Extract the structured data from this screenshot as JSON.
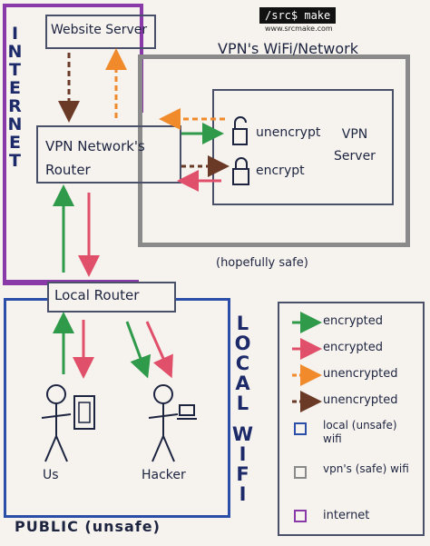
{
  "brand": {
    "title": "/src$ make",
    "url": "www.srcmake.com"
  },
  "internet_label": "INTERNET",
  "website_server": "Website Server",
  "vpn_network_title": "VPN's WiFi/Network",
  "vpn_router": "VPN Network's Router",
  "vpn_server": "VPN Server",
  "unencrypt": "unencrypt",
  "encrypt": "encrypt",
  "hopefully_safe": "(hopefully safe)",
  "local_router": "Local Router",
  "local_wifi_label": "LOCAL WIFI",
  "us": "Us",
  "hacker": "Hacker",
  "public_label": "PUBLIC (unsafe)",
  "legend": {
    "green": "encrypted",
    "red": "encrypted",
    "orange": "unencrypted",
    "brown": "unencrypted",
    "blue": "local (unsafe) wifi",
    "gray": "vpn's (safe) wifi",
    "purple": "internet"
  },
  "colors": {
    "green": "#2e9a4a",
    "red": "#e0506a",
    "orange": "#f08a2a",
    "brown": "#6b3a26",
    "blue": "#2b4fa8",
    "gray": "#8a8a8a",
    "purple": "#8a3aa8"
  }
}
